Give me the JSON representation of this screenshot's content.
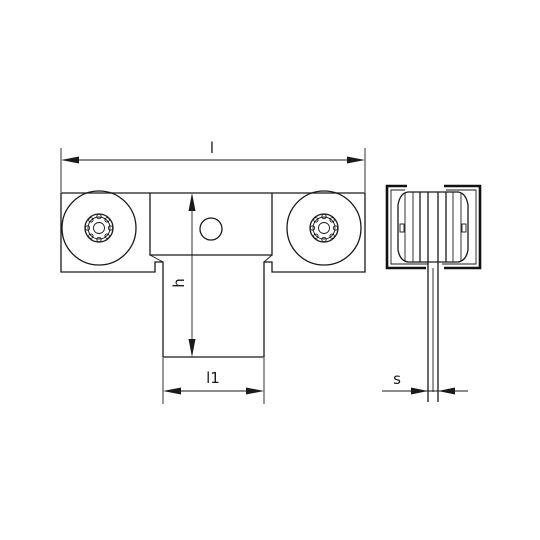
{
  "diagram": {
    "dimension_labels": {
      "length": "l",
      "height": "h",
      "length_1": "l1",
      "thickness": "s"
    }
  }
}
